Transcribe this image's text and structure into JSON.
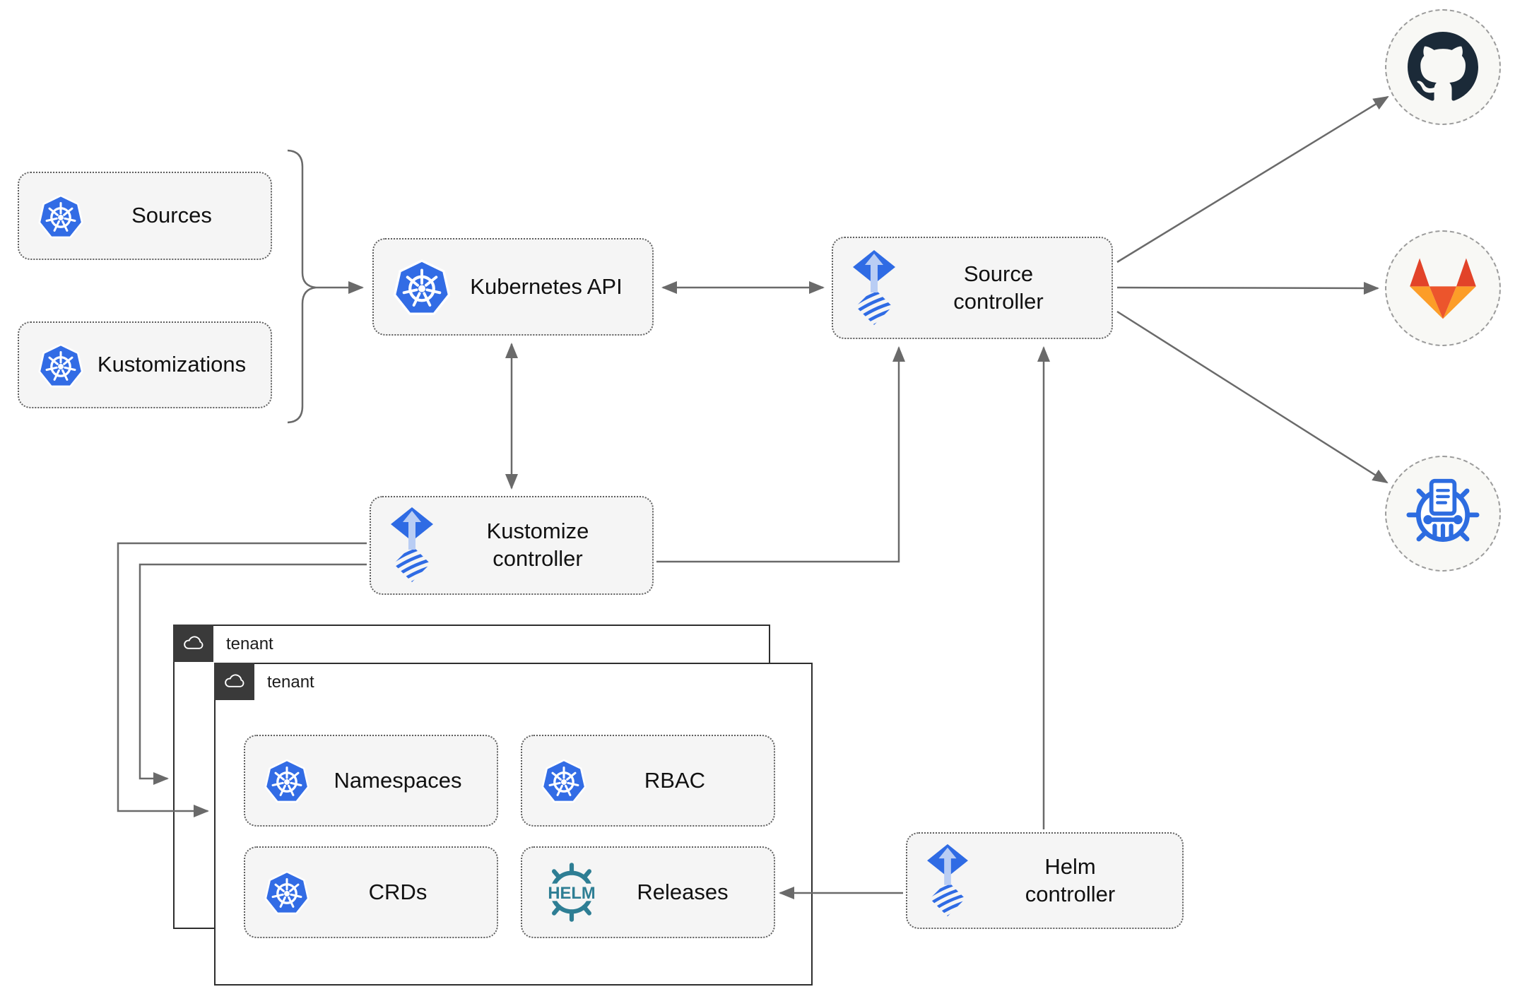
{
  "nodes": {
    "sources": {
      "label": "Sources"
    },
    "kustomizations": {
      "label": "Kustomizations"
    },
    "kubernetes_api": {
      "label": "Kubernetes API"
    },
    "source_controller": {
      "label": "Source controller"
    },
    "kustomize_controller": {
      "label": "Kustomize controller"
    },
    "helm_controller": {
      "label": "Helm controller"
    },
    "namespaces": {
      "label": "Namespaces"
    },
    "rbac": {
      "label": "RBAC"
    },
    "crds": {
      "label": "CRDs"
    },
    "releases": {
      "label": "Releases"
    }
  },
  "containers": {
    "tenant_back": {
      "label": "tenant"
    },
    "tenant_front": {
      "label": "tenant"
    }
  },
  "icons": {
    "helm_logo_text": "HELM",
    "kubernetes": "kubernetes-wheel-icon",
    "flux": "flux-gitops-icon",
    "cloud": "cloud-icon",
    "github": "github-icon",
    "gitlab": "gitlab-icon",
    "chart_repository": "chart-repository-icon"
  },
  "colors": {
    "kubernetes_blue": "#326CE5",
    "flux_blue": "#2f6be4",
    "flux_arrow_light": "#b9cdf4",
    "helm_teal": "#2e7e94",
    "github_dark": "#1b2a38",
    "gitlab_dark_orange": "#e24329",
    "gitlab_light_orange": "#fc9d28",
    "chart_repo_blue": "#2d6ce0",
    "node_background": "#f5f5f5",
    "wire_gray": "#6a6a6a",
    "tenant_border": "#2e2e2e",
    "tenant_tab": "#3a3a3a"
  }
}
